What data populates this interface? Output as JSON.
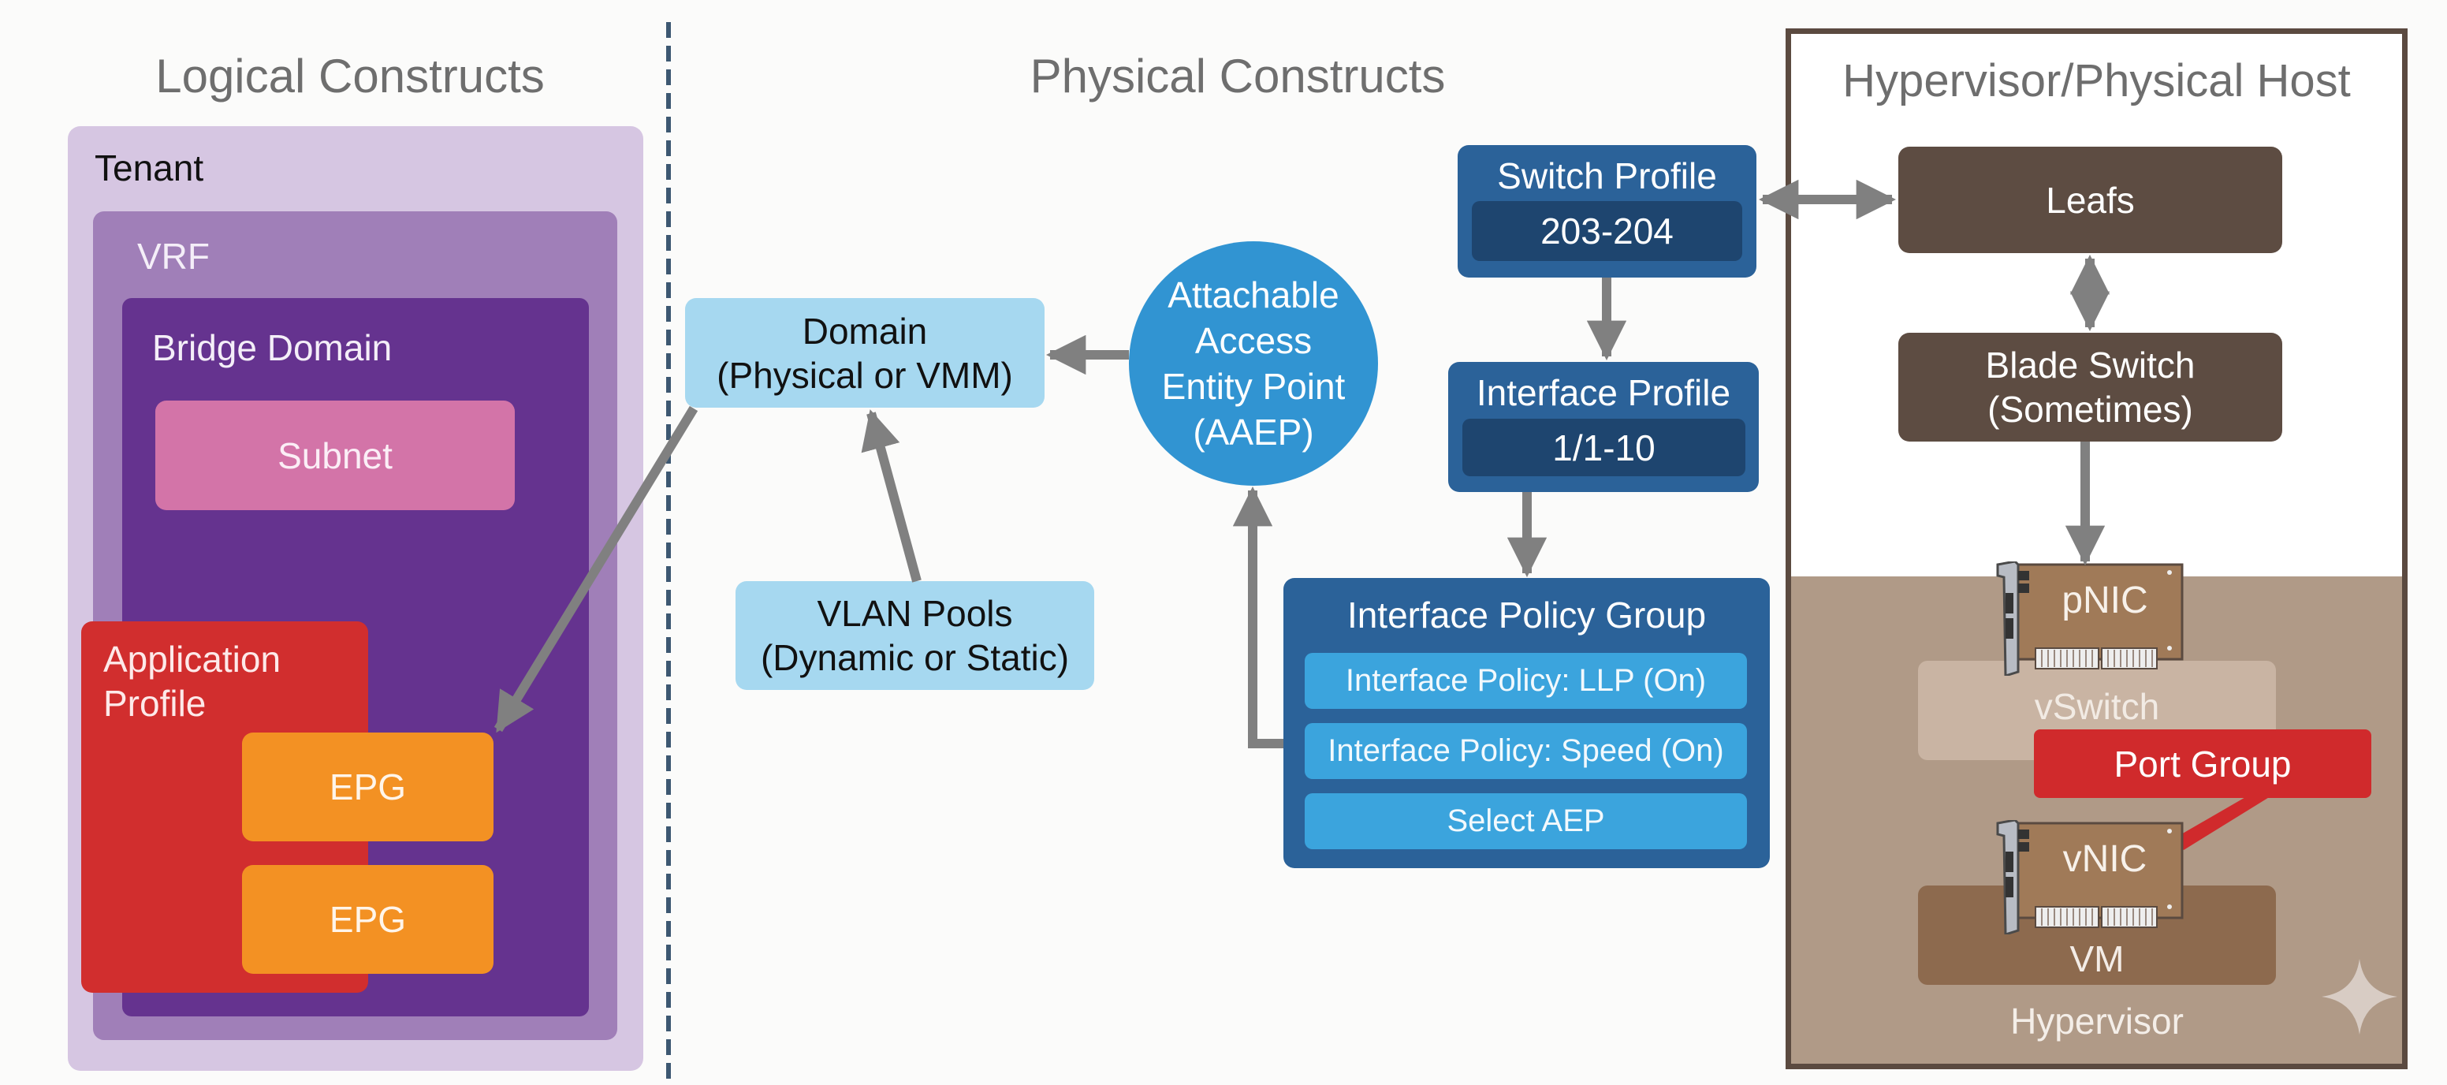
{
  "headings": {
    "logical": "Logical Constructs",
    "physical": "Physical Constructs",
    "host": "Hypervisor/Physical Host"
  },
  "logical": {
    "tenant": "Tenant",
    "vrf": "VRF",
    "bridge_domain": "Bridge Domain",
    "subnet": "Subnet",
    "application_profile": "Application Profile",
    "epgs": [
      "EPG",
      "EPG"
    ]
  },
  "physical": {
    "domain": "Domain\n(Physical or VMM)",
    "domain_line1": "Domain",
    "domain_line2": "(Physical or VMM)",
    "vlan_line1": "VLAN Pools",
    "vlan_line2": "(Dynamic or Static)",
    "aaep_lines": [
      "Attachable",
      "Access",
      "Entity Point",
      "(AAEP)"
    ],
    "switch_profile": {
      "title": "Switch Profile",
      "value": "203-204"
    },
    "interface_profile": {
      "title": "Interface Profile",
      "value": "1/1-10"
    },
    "interface_policy_group": {
      "title": "Interface Policy Group",
      "items": [
        "Interface Policy: LLP (On)",
        "Interface Policy: Speed (On)",
        "Select AEP"
      ]
    }
  },
  "host": {
    "leafs": "Leafs",
    "blade_line1": "Blade Switch",
    "blade_line2": "(Sometimes)",
    "pnic": "pNIC",
    "vswitch": "vSwitch",
    "port_group": "Port Group",
    "vnic": "vNIC",
    "vm": "VM",
    "hypervisor": "Hypervisor"
  },
  "colors": {
    "tenant": "#d6c6e2",
    "vrf": "#a07fb8",
    "bridge_domain": "#65338f",
    "subnet": "#d374a8",
    "application_profile": "#d12e2e",
    "epg": "#f39123",
    "light_blue": "#a6d8f0",
    "aaep": "#3194d2",
    "dark_blue": "#2b6299",
    "host_brown": "#5d4c42",
    "port_group": "#d02a2c",
    "arrow": "#808080"
  }
}
